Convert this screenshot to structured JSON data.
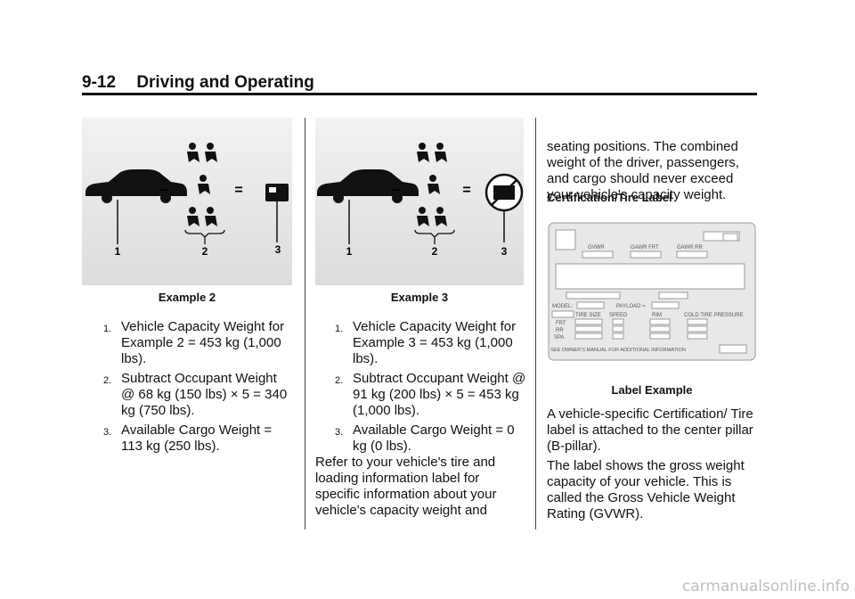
{
  "header": {
    "page_number": "9-12",
    "section_title": "Driving and Operating"
  },
  "figures": {
    "example2": {
      "caption": "Example 2",
      "callouts": [
        "1",
        "2",
        "3"
      ],
      "operators": [
        "–",
        "="
      ]
    },
    "example3": {
      "caption": "Example 3",
      "callouts": [
        "1",
        "2",
        "3"
      ],
      "operators": [
        "–",
        "="
      ]
    }
  },
  "example2_list": [
    {
      "num": "1.",
      "text": "Vehicle Capacity Weight for Example 2 = 453 kg (1,000 lbs)."
    },
    {
      "num": "2.",
      "text": "Subtract Occupant Weight @ 68 kg (150 lbs) × 5 = 340 kg (750 lbs)."
    },
    {
      "num": "3.",
      "text": "Available Cargo Weight = 113 kg (250 lbs)."
    }
  ],
  "example3_list": [
    {
      "num": "1.",
      "text": "Vehicle Capacity Weight for Example 3 = 453 kg (1,000 lbs)."
    },
    {
      "num": "2.",
      "text": "Subtract Occupant Weight @ 91 kg (200 lbs) × 5 = 453 kg (1,000 lbs)."
    },
    {
      "num": "3.",
      "text": "Available Cargo Weight = 0 kg (0 lbs)."
    }
  ],
  "col2_paragraph": "Refer to your vehicle's tire and loading information label for specific information about your vehicle's capacity weight and",
  "col3": {
    "intro": "seating positions. The combined weight of the driver, passengers, and cargo should never exceed your vehicle's capacity weight.",
    "subheading": "Certification/Tire Label",
    "label_caption": "Label Example",
    "para1": "A vehicle-specific Certification/ Tire label is attached to the center pillar (B-pillar).",
    "para2": "The label shows the gross weight capacity of your vehicle. This is called the Gross Vehicle Weight Rating (GVWR)."
  },
  "tire_label": {
    "gvwr": "GVWR",
    "gawr_frt": "GAWR FRT",
    "gawr_rr": "GAWR RR",
    "model": "MODEL:",
    "payload": "PAYLOAD =",
    "tire_size": "TIRE SIZE",
    "speed": "SPEED",
    "rim": "RIM",
    "cold_tire_pressure": "COLD TIRE PRESSURE",
    "frt": "FRT",
    "rr": "RR",
    "spa": "SPA",
    "footer": "SEE OWNER'S MANUAL FOR ADDITIONAL INFORMATION"
  },
  "watermark": "carmanualsonline.info"
}
